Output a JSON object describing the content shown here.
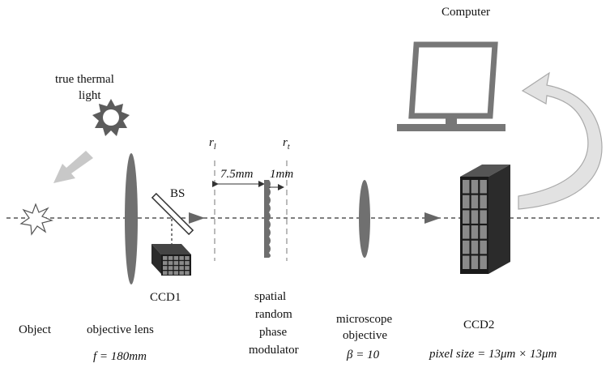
{
  "labels": {
    "computer": "Computer",
    "light_line1": "true thermal",
    "light_line2": "light",
    "bs": "BS",
    "ccd1": "CCD1",
    "object": "Object",
    "objective_lens": "objective lens",
    "focal_length": "f = 180mm",
    "r_l": "r",
    "r_l_sub": "l",
    "r_t": "r",
    "r_t_sub": "t",
    "dist_1": "7.5mm",
    "dist_2": "1mm",
    "modulator_line1": "spatial",
    "modulator_line2": "random",
    "modulator_line3": "phase",
    "modulator_line4": "modulator",
    "microscope_line1": "microscope",
    "microscope_line2": "objective",
    "magnification": "β = 10",
    "ccd2": "CCD2",
    "pixel_size": "pixel  size = 13μm × 13μm"
  },
  "colors": {
    "lens": "#707070",
    "beam": "#555555",
    "ccd": "#1a1a1a",
    "ccd_cell": "#8a8a8a",
    "arrow_light": "#c8c8c8",
    "curve_arrow": "#d9d9d9"
  },
  "icons": {
    "light_source": "sun-icon",
    "object": "star-icon",
    "computer": "monitor-icon"
  }
}
